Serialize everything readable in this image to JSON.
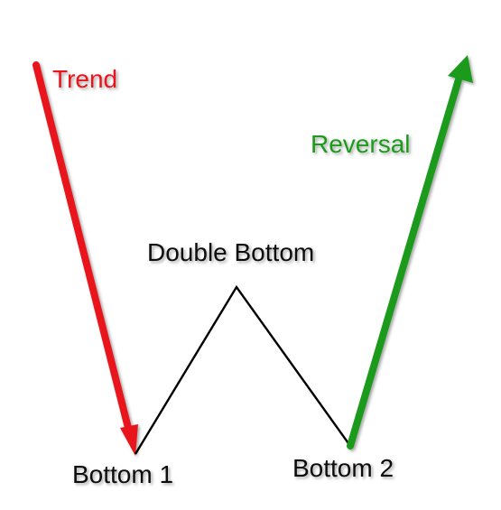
{
  "diagram": {
    "title": "Double Bottom",
    "labels": {
      "trend": "Trend",
      "reversal": "Reversal",
      "bottom1": "Bottom 1",
      "bottom2": "Bottom 2"
    },
    "colors": {
      "trend": "#e8151b",
      "reversal": "#1a9a1a",
      "pattern_line": "#000000",
      "text": "#111111",
      "background": "#ffffff"
    }
  }
}
